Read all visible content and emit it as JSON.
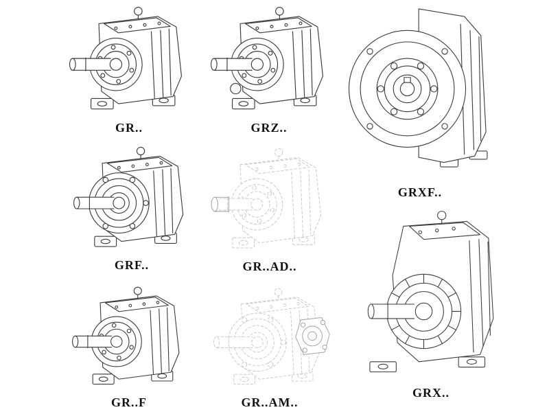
{
  "colors": {
    "line": "#3a3a3a",
    "ghost_line": "#c6c6c6",
    "label_text": "#111111",
    "background": "#ffffff"
  },
  "figures": [
    {
      "id": "gr",
      "label": "GR..",
      "rendering": "solid"
    },
    {
      "id": "grz",
      "label": "GRZ..",
      "rendering": "solid"
    },
    {
      "id": "grxf",
      "label": "GRXF..",
      "rendering": "solid"
    },
    {
      "id": "grf",
      "label": "GRF..",
      "rendering": "solid"
    },
    {
      "id": "gr-ad",
      "label": "GR..AD..",
      "rendering": "ghost"
    },
    {
      "id": "gr-f",
      "label": "GR..F",
      "rendering": "solid"
    },
    {
      "id": "gr-am",
      "label": "GR..AM..",
      "rendering": "ghost"
    },
    {
      "id": "grx",
      "label": "GRX..",
      "rendering": "solid"
    }
  ]
}
